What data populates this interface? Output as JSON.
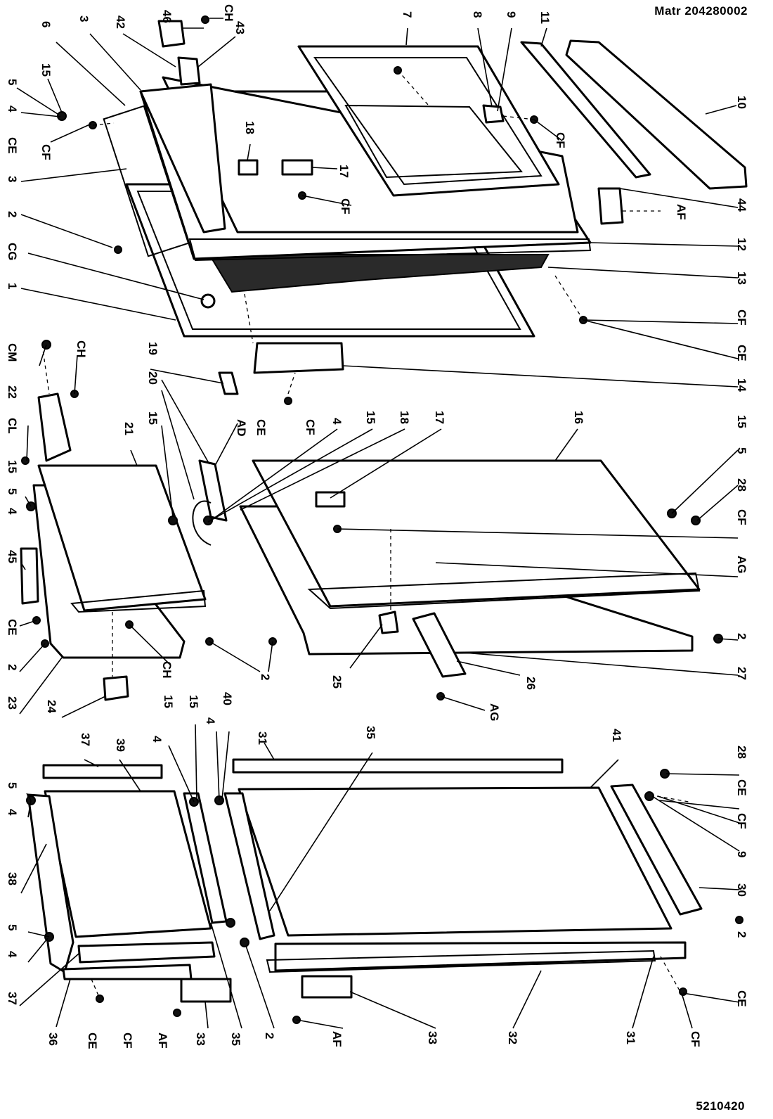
{
  "document": {
    "material_code": "Matr 204280002",
    "drawing_number": "5210420"
  },
  "callouts": {
    "c1": "1",
    "c2": "2",
    "c3": "3",
    "c4": "4",
    "c5": "5",
    "c6": "6",
    "c7": "7",
    "c8": "8",
    "c9": "9",
    "c10": "10",
    "c11": "11",
    "c12": "12",
    "c13": "13",
    "c14": "14",
    "c15": "15",
    "c16": "16",
    "c17": "17",
    "c18": "18",
    "c19": "19",
    "c20": "20",
    "c21": "21",
    "c22": "22",
    "c23": "23",
    "c24": "24",
    "c25": "25",
    "c26": "26",
    "c27": "27",
    "c28": "28",
    "c30": "30",
    "c31": "31",
    "c32": "32",
    "c33": "33",
    "c35": "35",
    "c36": "36",
    "c37": "37",
    "c38": "38",
    "c39": "39",
    "c40": "40",
    "c41": "41",
    "c42": "42",
    "c43": "43",
    "c44": "44",
    "c45": "45",
    "c46": "46",
    "CE": "CE",
    "CF": "CF",
    "CG": "CG",
    "CH": "CH",
    "CL": "CL",
    "CM": "CM",
    "AD": "AD",
    "AF": "AF",
    "AG": "AG"
  }
}
